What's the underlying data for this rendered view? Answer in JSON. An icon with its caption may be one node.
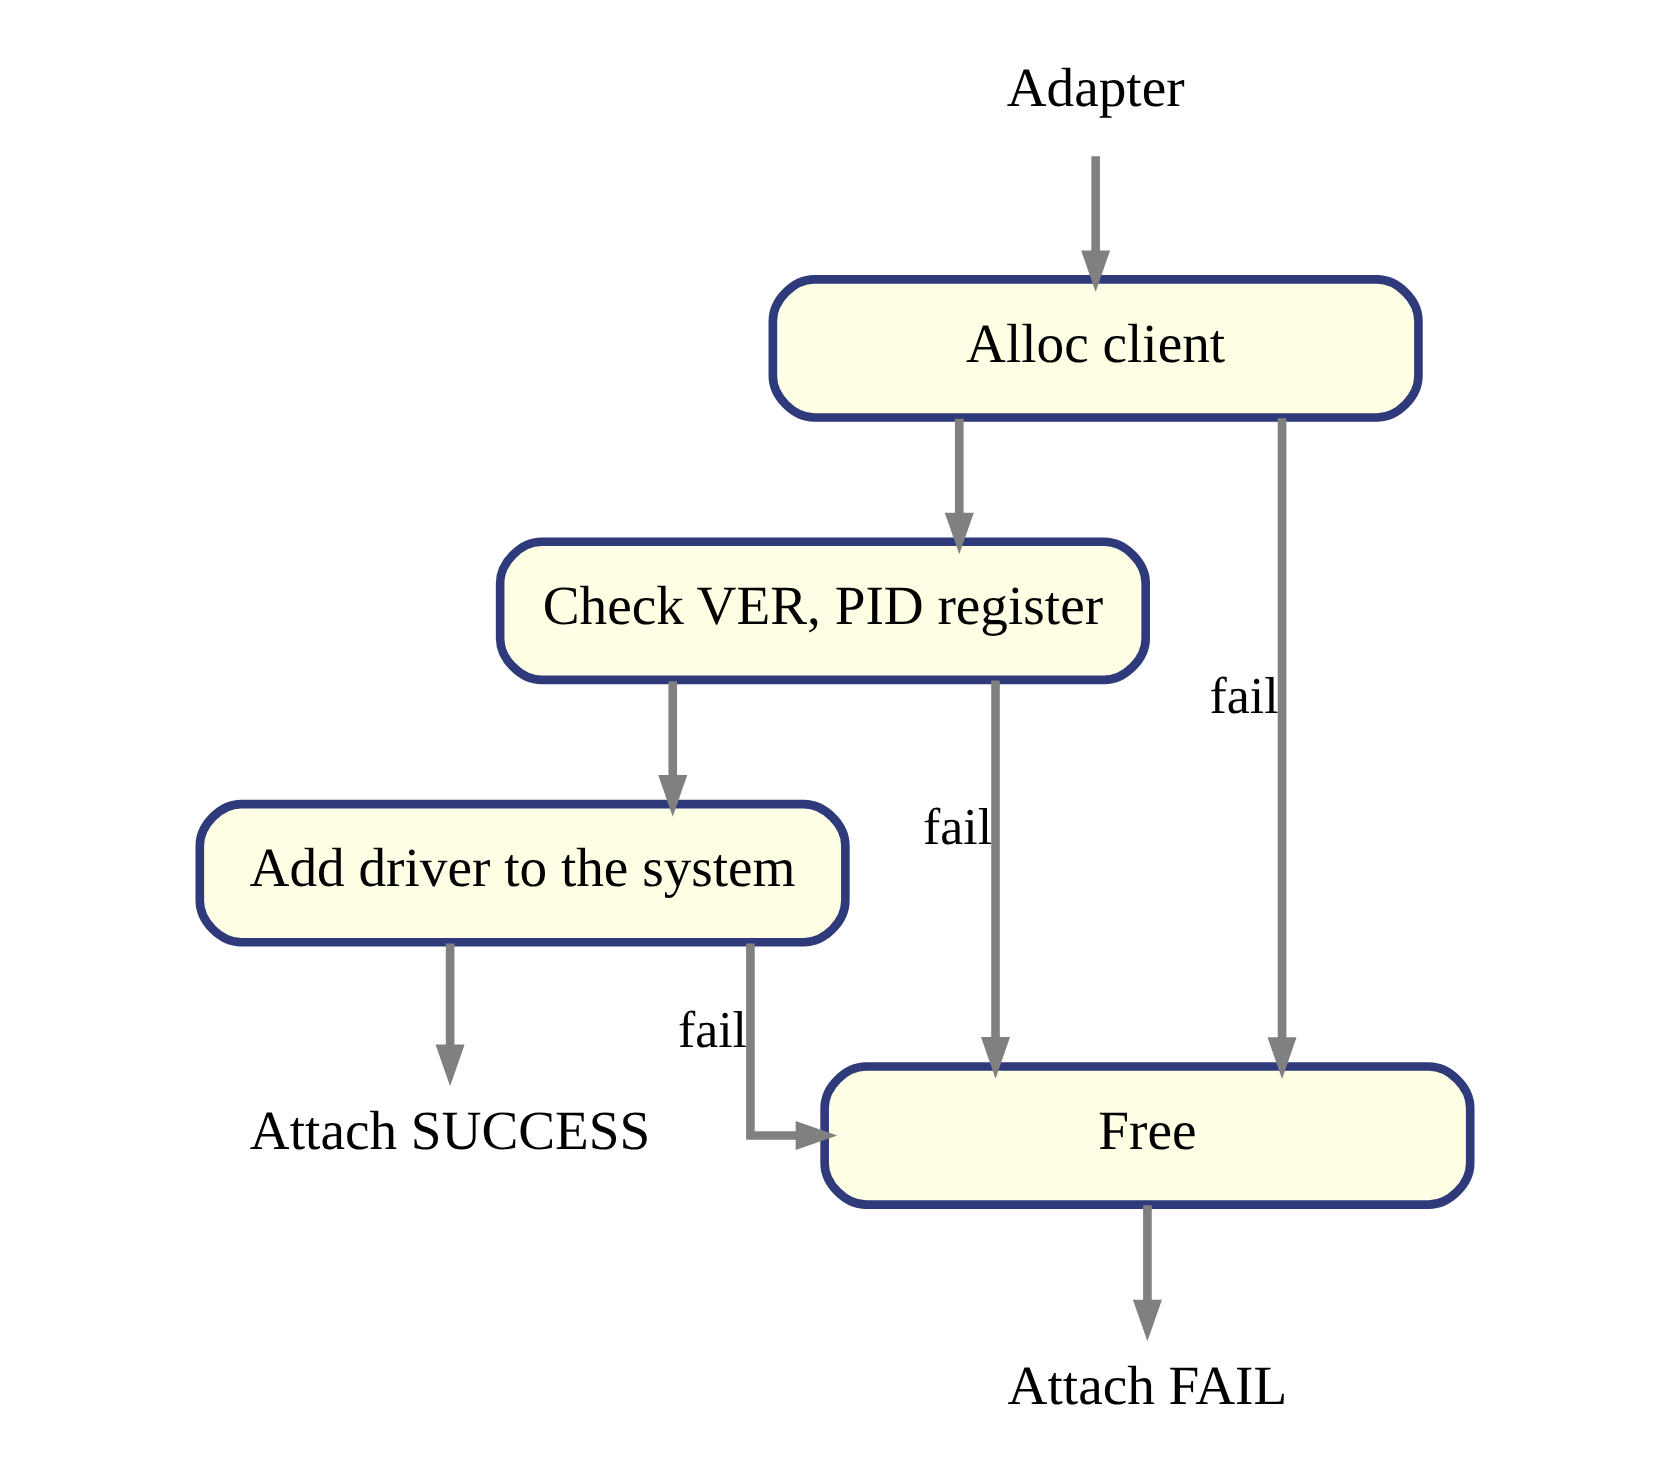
{
  "diagram": {
    "nodes": [
      {
        "text": [
          "Adapter"
        ]
      },
      {
        "text": [
          "Alloc client"
        ]
      },
      {
        "text": [
          "Check VER, PID register"
        ]
      },
      {
        "text": [
          "Add driver to the system"
        ]
      },
      {
        "text": [
          "Attach SUCCESS"
        ]
      },
      {
        "text": [
          "Free"
        ]
      },
      {
        "text": [
          "Attach FAIL"
        ]
      }
    ],
    "edges": [
      {
        "from": 0,
        "to": 1,
        "arrow": "to"
      },
      {
        "from": 1,
        "to": 2,
        "arrow": "to"
      },
      {
        "from": 2,
        "to": 3,
        "arrow": "to"
      },
      {
        "from": 3,
        "to": 4,
        "arrow": "to"
      },
      {
        "from": 1,
        "to": 5,
        "arrow": "to",
        "label": "fail"
      },
      {
        "from": 2,
        "to": 5,
        "arrow": "to",
        "label": "fail"
      },
      {
        "from": 3,
        "to": 5,
        "arrow": "to",
        "label": "fail"
      },
      {
        "from": 5,
        "to": 6,
        "arrow": "to"
      }
    ]
  }
}
